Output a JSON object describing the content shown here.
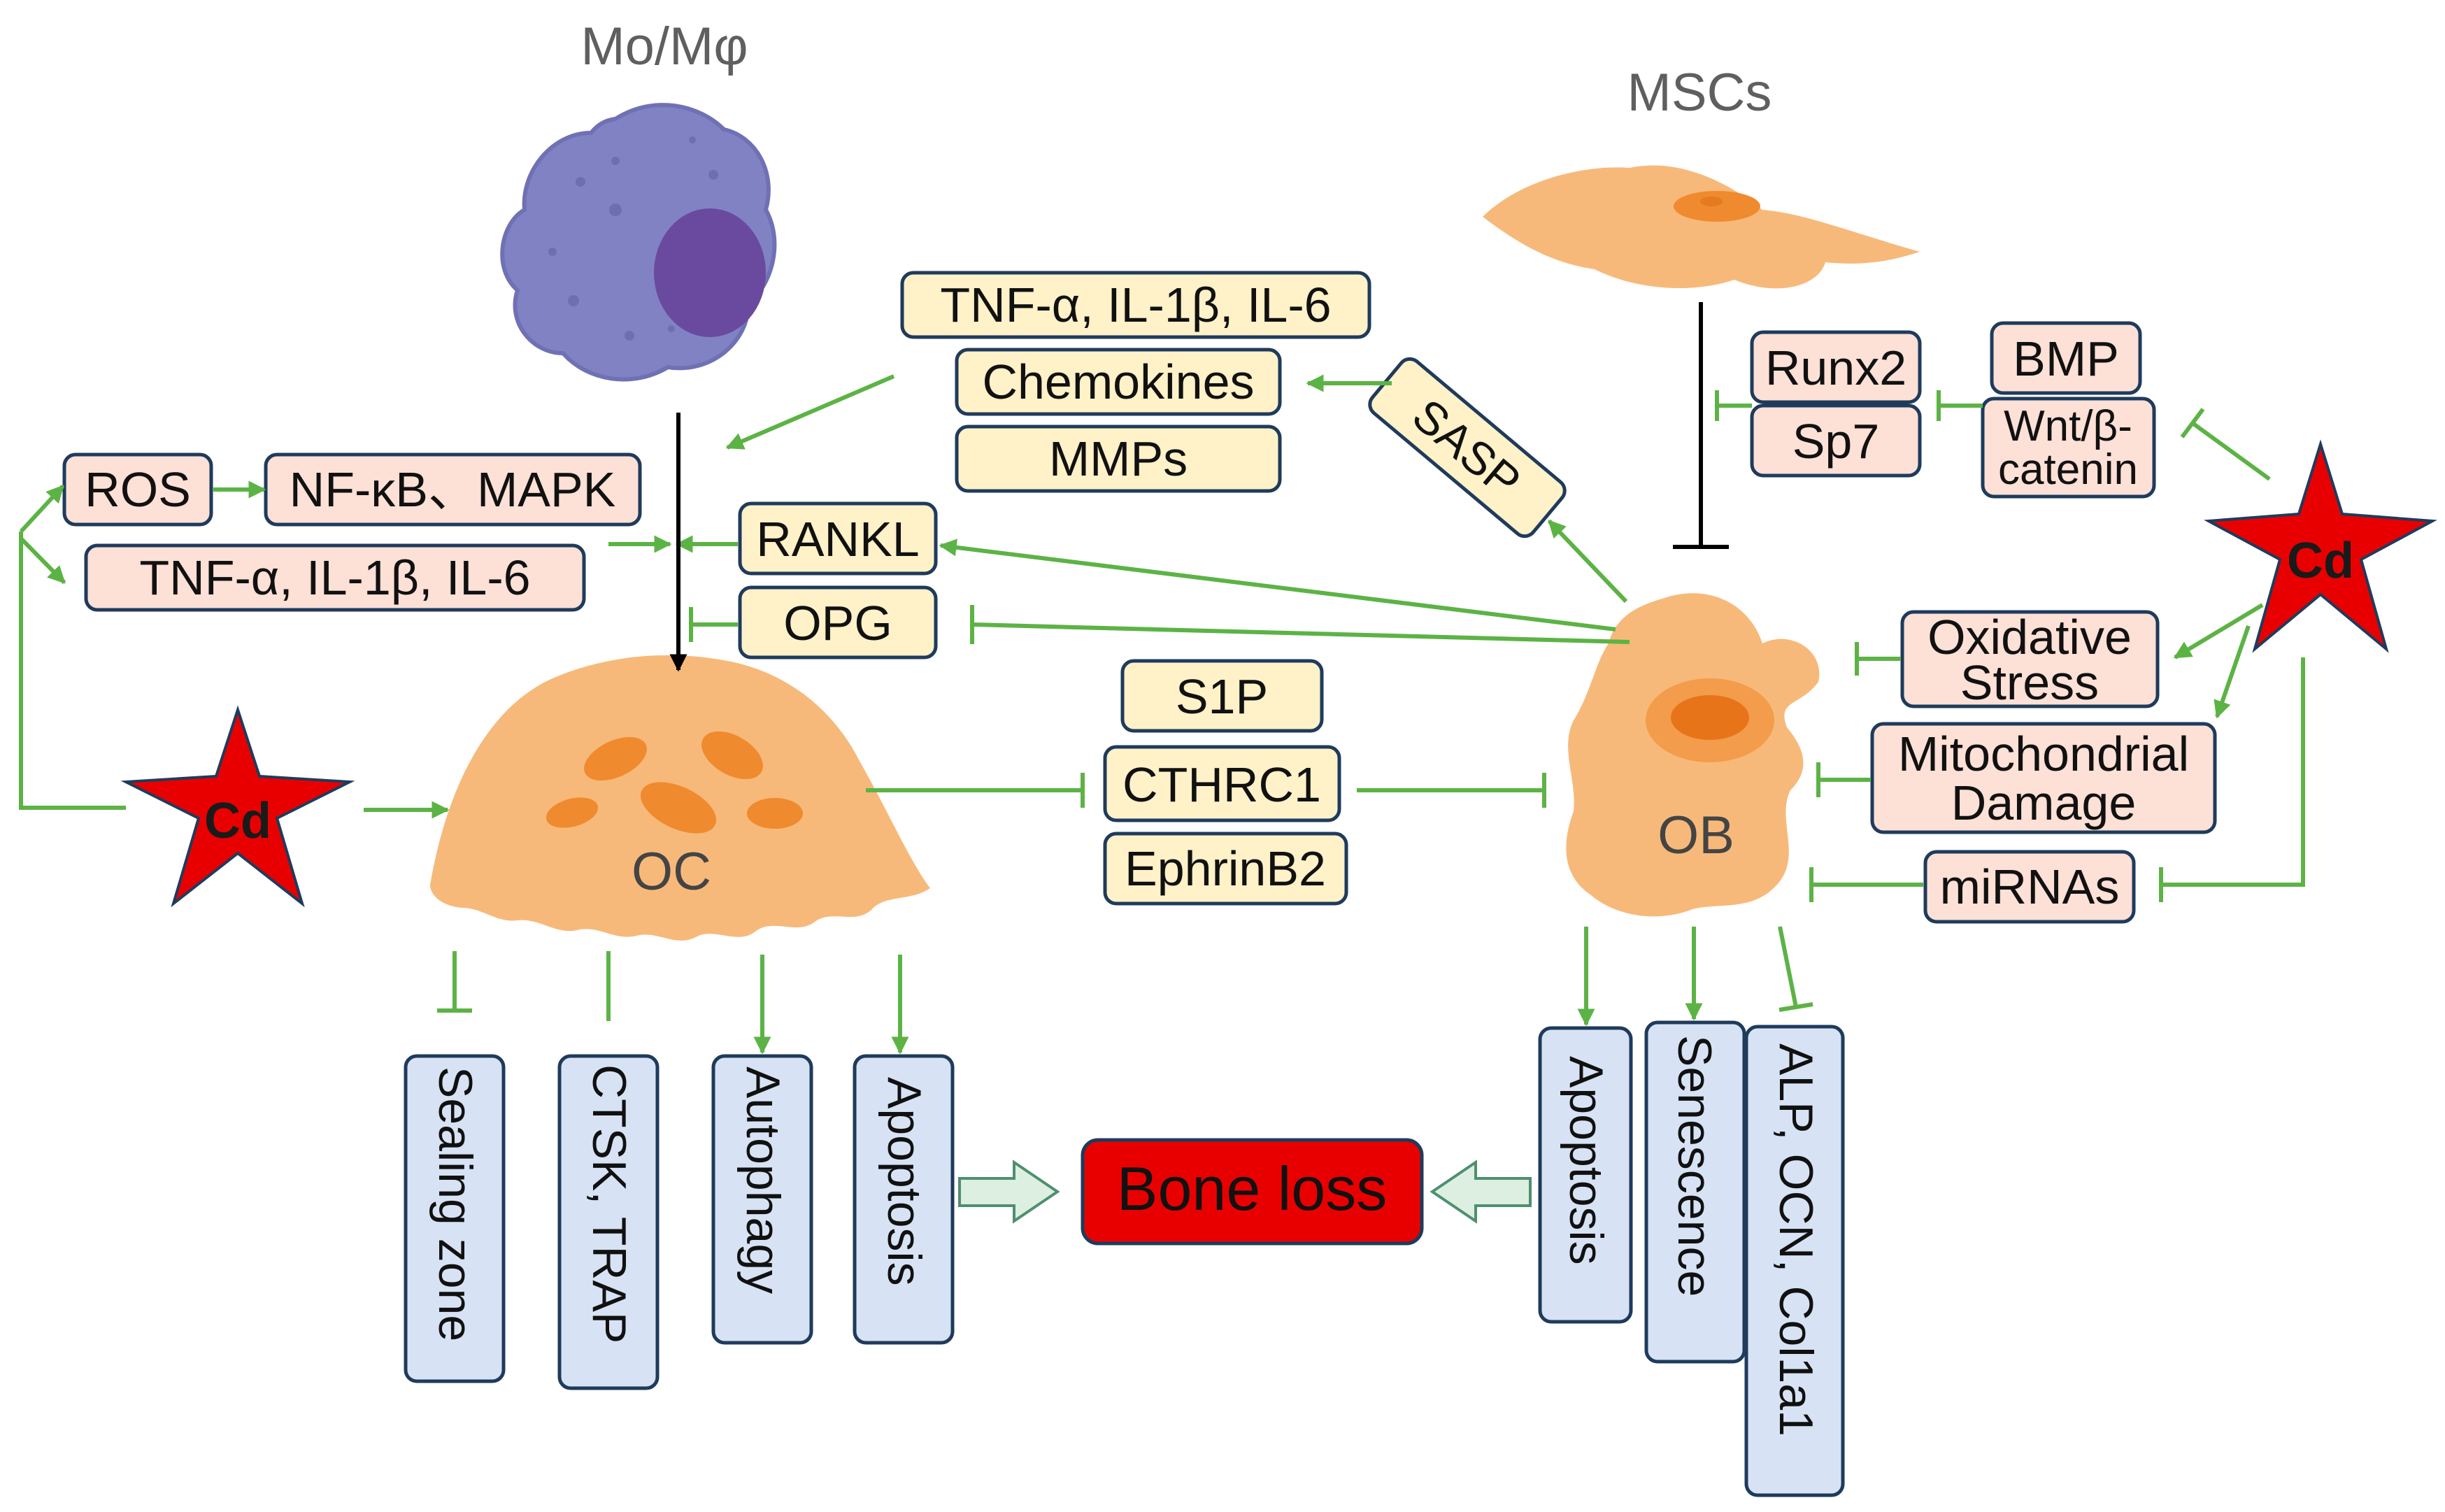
{
  "colors": {
    "arrow": "#5cb345",
    "box_pink": "#fde0d6",
    "box_yellow": "#fff1c8",
    "box_blue": "#d7e3f4",
    "box_stroke": "#1f3b5c",
    "cell_body": "#f7b97a",
    "cell_nucleus": "#f08a2e",
    "monocyte": "#8082c4",
    "monocyte_nucleus": "#6a4a9e",
    "star": "#e80000",
    "bone_loss": "#e80000"
  },
  "cells": {
    "monocyte": "Mo/Mφ",
    "msc": "MSCs",
    "oc": "OC",
    "ob": "OB"
  },
  "cd": {
    "left": "Cd",
    "right": "Cd"
  },
  "left_factors": {
    "ros": "ROS",
    "nfkb": "NF-κB、MAPK",
    "cytokines": "TNF-α, IL-1β, IL-6"
  },
  "sasp_factors": {
    "cytokines": "TNF-α, IL-1β, IL-6",
    "chemokines": "Chemokines",
    "mmps": "MMPs",
    "sasp": "SASP"
  },
  "ob_oc_signals": {
    "rankl": "RANKL",
    "opg": "OPG",
    "s1p": "S1P",
    "cthrc1": "CTHRC1",
    "ephrinb2": "EphrinB2"
  },
  "msc_factors": {
    "runx2": "Runx2",
    "sp7": "Sp7",
    "bmp": "BMP",
    "wnt_line1": "Wnt/β-",
    "wnt_line2": "catenin"
  },
  "ob_factors": {
    "oxidative_line1": "Oxidative",
    "oxidative_line2": "Stress",
    "mito_line1": "Mitochondrial",
    "mito_line2": "Damage",
    "mirnas": "miRNAs"
  },
  "oc_outcomes": [
    "Sealing zone",
    "CTSK, TRAP",
    "Autophagy",
    "Apoptosis"
  ],
  "ob_outcomes": [
    "Apoptosis",
    "Senescence",
    "ALP, OCN, Col1a1"
  ],
  "bone_loss": "Bone loss"
}
